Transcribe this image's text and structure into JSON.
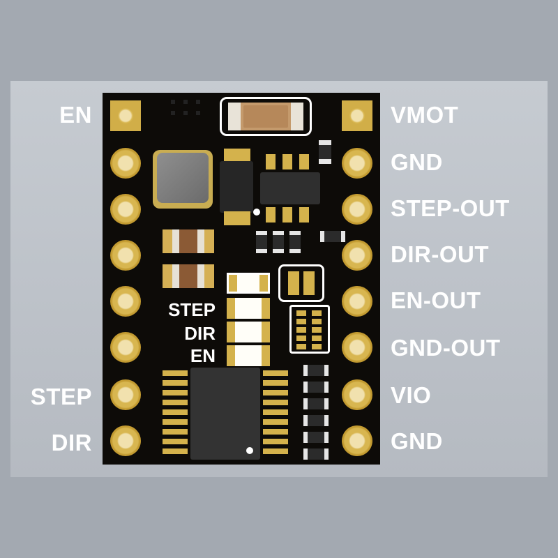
{
  "left_pins": [
    "EN",
    "",
    "",
    "",
    "",
    "",
    "STEP",
    "DIR"
  ],
  "right_pins": [
    "VMOT",
    "GND",
    "STEP-OUT",
    "DIR-OUT",
    "EN-OUT",
    "GND-OUT",
    "VIO",
    "GND"
  ],
  "led_labels": [
    "STEP",
    "DIR",
    "EN"
  ],
  "colors": {
    "board": "#0d0b08",
    "gold": "#d4b24c",
    "background": "#a3a9b1",
    "label": "#ffffff"
  }
}
